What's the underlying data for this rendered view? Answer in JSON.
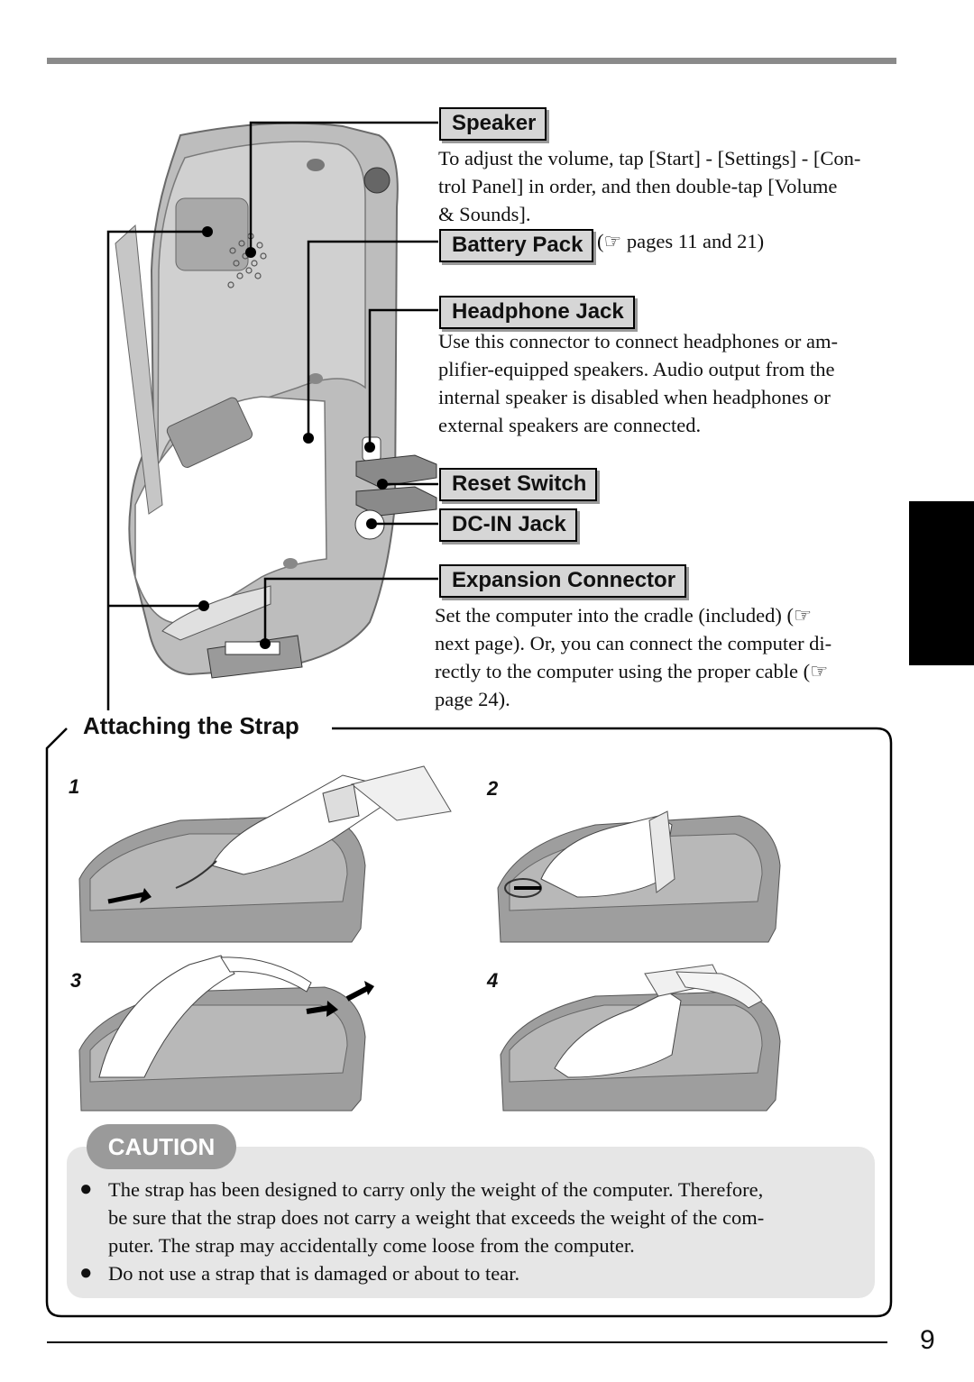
{
  "callouts": {
    "speaker": {
      "label": "Speaker",
      "desc_lines": [
        "To adjust the volume, tap [Start] - [Settings] - [Con-",
        "trol Panel] in order, and then double-tap [Volume",
        "& Sounds]."
      ]
    },
    "battery_pack": {
      "label": "Battery Pack",
      "ref_open": "(",
      "ref_icon": "☞",
      "ref_text": " pages 11 and 21)"
    },
    "headphone_jack": {
      "label": "Headphone Jack",
      "desc_lines": [
        "Use this connector to connect headphones or am-",
        "plifier-equipped speakers.  Audio output from the",
        "internal speaker is disabled when headphones or",
        "external speakers are connected."
      ]
    },
    "reset_switch": {
      "label": "Reset Switch"
    },
    "dc_in_jack": {
      "label": "DC-IN Jack"
    },
    "expansion_connector": {
      "label": "Expansion Connector",
      "desc_lines": [
        "Set the computer into the cradle (included) (☞",
        "next page). Or, you can connect the computer di-",
        "rectly to the computer using the proper cable (☞",
        "page 24)."
      ]
    }
  },
  "strap_section": {
    "title": "Attaching the Strap",
    "steps": [
      "1",
      "2",
      "3",
      "4"
    ]
  },
  "caution": {
    "badge": "CAUTION",
    "bullet_glyph": "●",
    "items": [
      {
        "lines": [
          "The strap has been designed to carry only the weight of the computer. Therefore,",
          "be sure that the strap does not carry a weight that exceeds the weight of the com-",
          "puter. The strap may accidentally come loose from the computer."
        ]
      },
      {
        "lines": [
          "Do not use a strap that is damaged or about to tear."
        ]
      }
    ]
  },
  "page_number": "9"
}
